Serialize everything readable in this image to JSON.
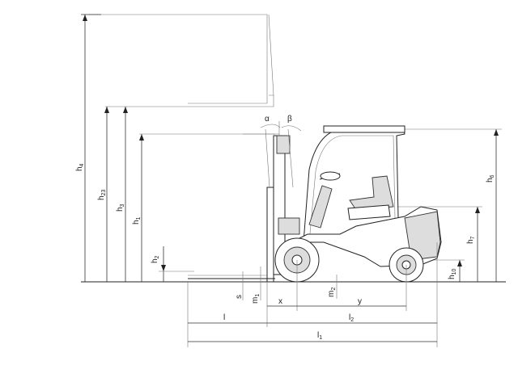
{
  "dimension_labels": {
    "h4": {
      "main": "h",
      "sub": "4"
    },
    "h23": {
      "main": "h",
      "sub": "23"
    },
    "h3": {
      "main": "h",
      "sub": "3"
    },
    "h1": {
      "main": "h",
      "sub": "1"
    },
    "h2": {
      "main": "h",
      "sub": "2"
    },
    "h6": {
      "main": "h",
      "sub": "6"
    },
    "h7": {
      "main": "h",
      "sub": "7"
    },
    "h10": {
      "main": "h",
      "sub": "10"
    },
    "s": {
      "main": "s"
    },
    "m1": {
      "main": "m",
      "sub": "1"
    },
    "m2": {
      "main": "m",
      "sub": "2"
    },
    "x": {
      "main": "x"
    },
    "y": {
      "main": "y"
    },
    "l": {
      "main": "l"
    },
    "l1": {
      "main": "l",
      "sub": "1"
    },
    "l2": {
      "main": "l",
      "sub": "2"
    },
    "alpha": {
      "main": "α"
    },
    "beta": {
      "main": "β"
    }
  },
  "colors": {
    "line": "#222222",
    "body_fill": "#dddddd"
  }
}
